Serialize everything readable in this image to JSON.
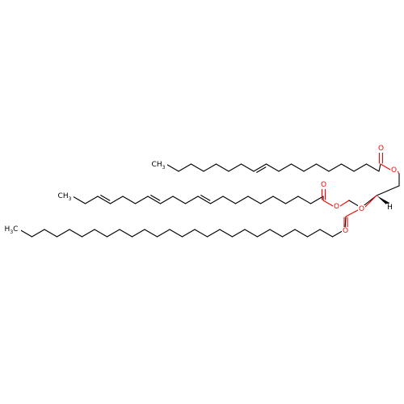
{
  "labels": {
    "methyl": "CH",
    "methyl_sub": "3",
    "methyl_prefix": "H",
    "methyl_prefix_sub": "3",
    "methyl_suffix": "C",
    "oxygen": "O",
    "hydrogen": "H"
  },
  "colors": {
    "bond": "#000000",
    "oxygen": "#ff0000",
    "background": "#ffffff"
  }
}
